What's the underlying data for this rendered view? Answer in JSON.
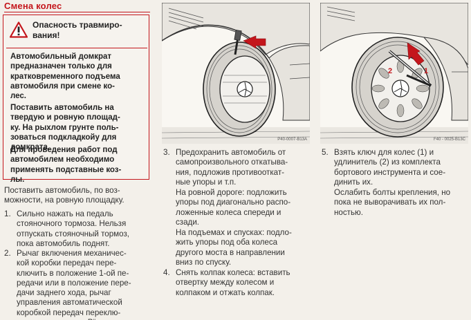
{
  "section_title": "Смена колес",
  "warning": {
    "title": "Опасность травмиро-\nвания!",
    "p1": "Автомобильный домкрат\nпредназначен только для\nкратковременного подъема\nавтомобиля при смене ко-\nлес.",
    "p2": "Поставить автомобиль на\nтвердую и ровную площад-\nку. На рыхлом грунте поль-\nзоваться подкладкойу для\nдомкрата.",
    "p3": "Для проведения работ под\nавтомобилем необходимо\nприменять подставные коз-\nлы."
  },
  "intro": "Поставить автомобиль, по воз-\nможности, на ровную площадку.",
  "steps": [
    {
      "num": "1.",
      "text": "Сильно нажать на педаль\nстояночного тормоза. Нельзя\nотпускать стояночный тормоз,\nпока автомобиль поднят."
    },
    {
      "num": "2.",
      "text": "Рычаг включения механичес-\nкой коробки  передач пере-\nключить в положение 1-ой пе-\nредачи или в положение пере-\nдачи заднего хода, рычаг\nуправления автоматической\nкоробкой передач переклю-\nчить в положение „P“."
    },
    {
      "num": "3.",
      "text": "Предохранить автомобиль от\nсамопроизвольного откатыва-\nния, подложив противооткат-\nные упоры и т.п."
    },
    {
      "num": "4.",
      "text": "Снять колпак колеса: вставить\nотвертку между колесом и\nколпаком и отжать колпак."
    },
    {
      "num": "5.",
      "text": "Взять ключ для колес (1) и\nудлинитель (2) из комплекта\nбортового инструмента и сое-\nдинить их."
    }
  ],
  "step3_sub1": "На ровной дороге: подложить\nупоры под диагонально распо-\nложенные колеса спереди и\nсзади.",
  "step3_sub2": "На подъемах и спусках: подло-\nжить упоры под оба колеса\nдругого моста в направлении\nвниз по спуску.",
  "step5_sub": "Ослабить болты крепления, но\nпока не выворачивать их пол-\nностью.",
  "figures": {
    "fig1_code": "P40-0007-B13A",
    "fig2_code": "F40 - 0025-B13C",
    "fig2_label1": "1",
    "fig2_label2": "2"
  },
  "colors": {
    "accent_red": "#c4161c",
    "text": "#333333",
    "background": "#f3f0ea"
  }
}
